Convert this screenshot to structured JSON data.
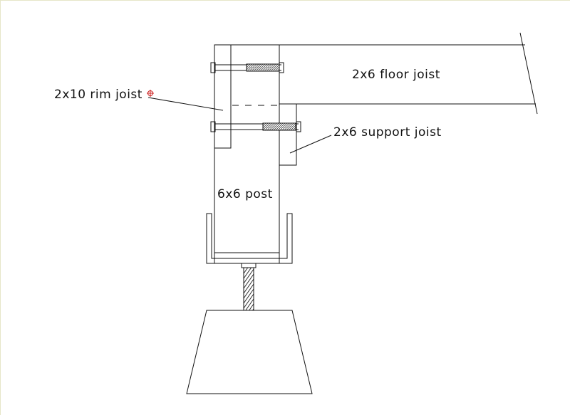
{
  "labels": {
    "floor_joist": "2x6 floor joist",
    "rim_joist": "2x10 rim joist",
    "support_joist": "2x6 support joist",
    "post": "6x6 post"
  },
  "colors": {
    "line": "#111111",
    "frame": "#e6e6c8",
    "snap_marker": "#cc2222",
    "thread_fill": "#8a8a8a"
  },
  "icons": {
    "snap_marker": "osnap-center-marker"
  }
}
